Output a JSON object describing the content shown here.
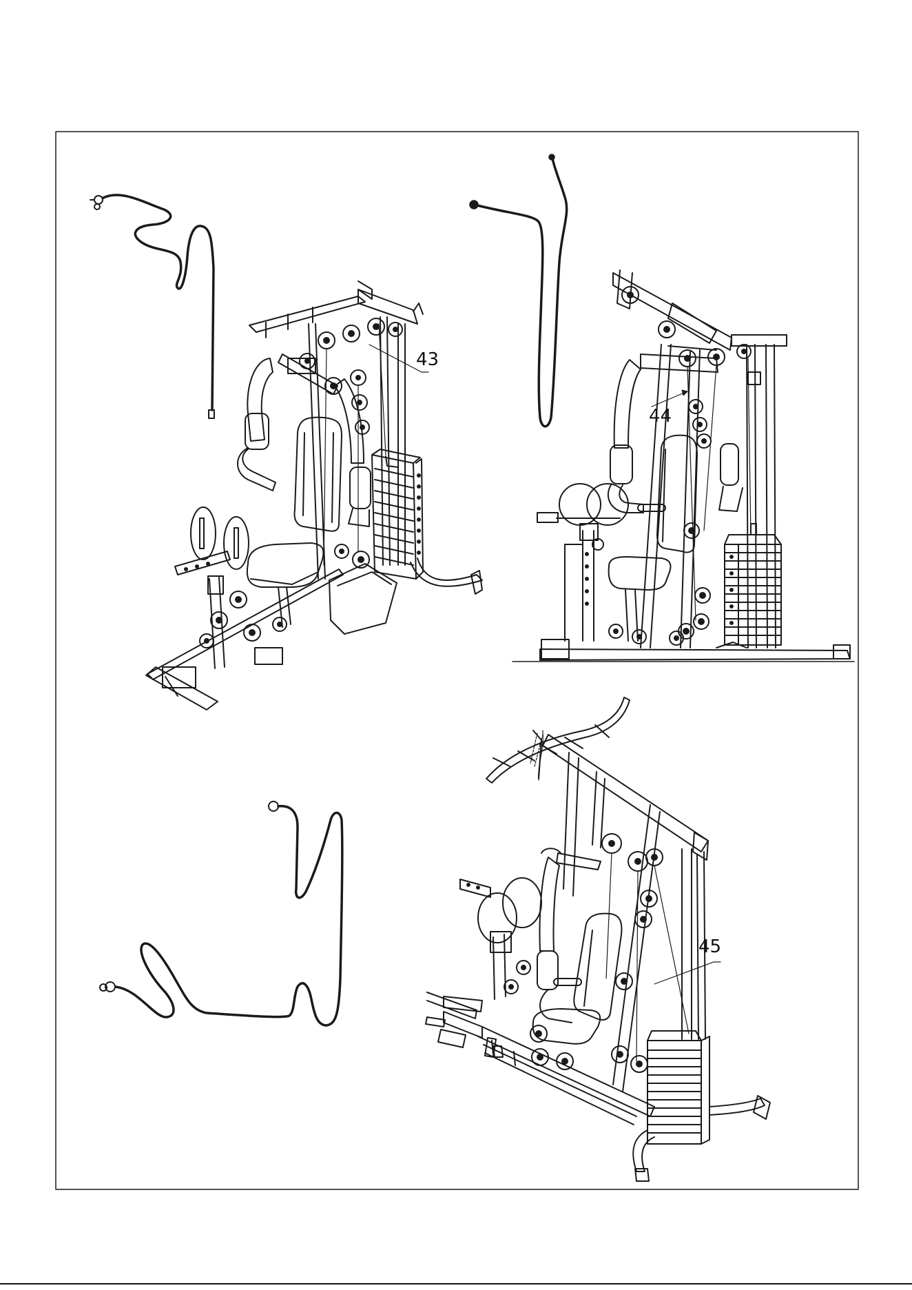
{
  "callouts": {
    "part_43": "43",
    "part_44": "44",
    "part_45": "45"
  },
  "colors": {
    "line": "#1a1a1a",
    "paper": "#ffffff"
  }
}
